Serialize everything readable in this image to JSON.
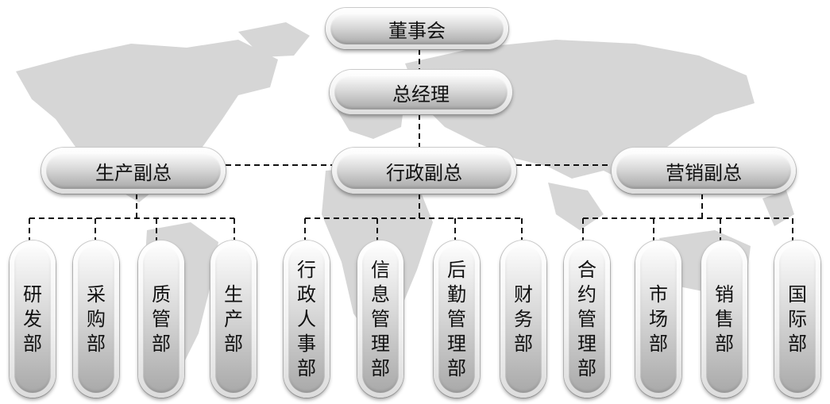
{
  "root": {
    "label": "董事会"
  },
  "gm": {
    "label": "总经理"
  },
  "vps": {
    "production": {
      "label": "生产副总"
    },
    "admin": {
      "label": "行政副总"
    },
    "marketing": {
      "label": "营销副总"
    }
  },
  "departments": [
    {
      "label": "研发部"
    },
    {
      "label": "采购部"
    },
    {
      "label": "质管部"
    },
    {
      "label": "生产部"
    },
    {
      "label": "行政人事部"
    },
    {
      "label": "信息管理部"
    },
    {
      "label": "后勤管理部"
    },
    {
      "label": "财务部"
    },
    {
      "label": "合约管理部"
    },
    {
      "label": "市场部"
    },
    {
      "label": "销售部"
    },
    {
      "label": "国际部"
    }
  ],
  "colors": {
    "map": "#d6d6d6",
    "line": "#111111",
    "text": "#111111"
  }
}
